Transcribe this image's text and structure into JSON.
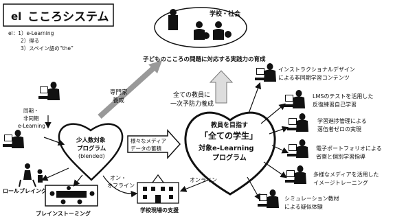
{
  "title": {
    "prefix": "el",
    "main": "こころシステム"
  },
  "definition": {
    "line1": "el：1）e-Learning",
    "line2": "2）得る",
    "line3": "3）スペイン語の“the”"
  },
  "school_society": "学校・社会",
  "practical_ability": "子どものこころの問題に対応する実践力の育成",
  "expert": {
    "line1": "専門家",
    "line2": "養成"
  },
  "all_teachers": {
    "line1": "全ての教員に",
    "line2": "一次予防力養成"
  },
  "sync": {
    "line1": "同期・",
    "line2": "非同期",
    "line3": "e-Learning"
  },
  "left_heart": {
    "line1": "少人数対象",
    "line2": "プログラム",
    "line3": "(blended)"
  },
  "media": {
    "line1": "様々なメディア",
    "line2": "データの蓄積"
  },
  "center_heart": {
    "line1": "教員を目指す",
    "line2": "「全ての学生」",
    "line3": "対象e-Learning",
    "line4": "プログラム"
  },
  "on_offline": {
    "line1": "オン・",
    "line2": "オフライン"
  },
  "online": "オンライン",
  "role_playing": "ロールプレイング",
  "brainstorming": "ブレインストーミング",
  "school_support": "学校現場の支援",
  "right_items": [
    {
      "line1": "インストラクショナルデザイン",
      "line2": "による非同期学習コンテンツ"
    },
    {
      "line1": "LMSのテストを活用した",
      "line2": "反復練習自己学習"
    },
    {
      "line1": "学習進捗管理による",
      "line2": "落伍者ゼロの実現"
    },
    {
      "line1": "電子ポートフォリオによる",
      "line2": "省察と個別学習指導"
    },
    {
      "line1": "多様なメディアを活用した",
      "line2": "イメージトレーニング"
    },
    {
      "line1": "シミュレーション教材",
      "line2": "による疑似体験"
    }
  ],
  "icons": [
    "person-at-computer-icon",
    "meeting-icon",
    "school-building-icon",
    "heart-icon",
    "ellipse-audience-icon"
  ]
}
